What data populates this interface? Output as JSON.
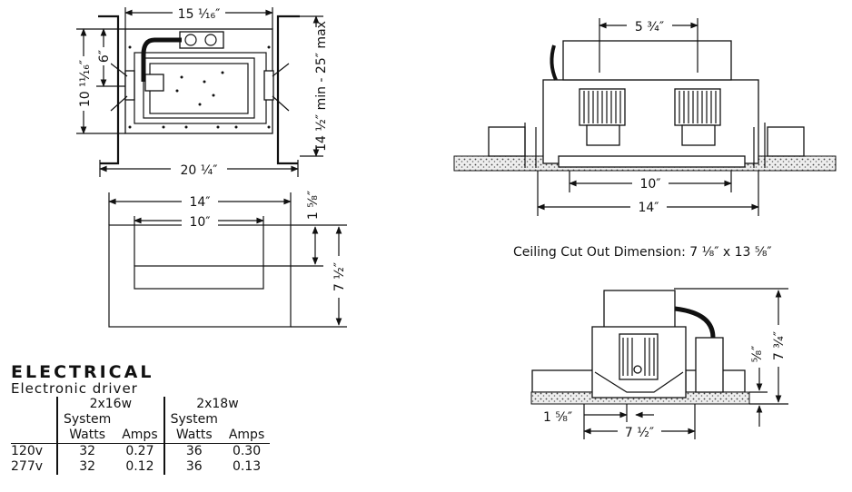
{
  "plan_view": {
    "width_frame": "15 ¹⁄₁₆″",
    "width_overall": "20 ¹⁄₄″",
    "height_frame": "10 ¹¹⁄₁₆″",
    "offset": "6″",
    "joist_range": "14 ¹⁄₂″ min - 25″ max"
  },
  "cutout_view": {
    "outer_width": "14″",
    "inner_width": "10″",
    "top_offset": "1 ⁵⁄₈″",
    "height": "7 ¹⁄₂″"
  },
  "front_view": {
    "lamp_spacing": "5 ³⁄₄″",
    "aperture": "10″",
    "width": "14″"
  },
  "ceiling_cutout": "Ceiling Cut Out Dimension: 7 ¹⁄₈″ x 13 ⁵⁄₈″",
  "side_view": {
    "height": "7 ³⁄₄″",
    "flange": "⁵⁄₈″",
    "offset": "1 ⁵⁄₈″",
    "width": "7 ¹⁄₂″"
  },
  "electrical": {
    "title": "ELECTRICAL",
    "subtitle": "Electronic driver",
    "groups": [
      "2x16w",
      "2x18w"
    ],
    "col_top": "System",
    "col_watts": "Watts",
    "col_amps": "Amps",
    "rows": [
      {
        "voltage": "120v",
        "w16": "32",
        "a16": "0.27",
        "w18": "36",
        "a18": "0.30"
      },
      {
        "voltage": "277v",
        "w16": "32",
        "a16": "0.12",
        "w18": "36",
        "a18": "0.13"
      }
    ]
  }
}
